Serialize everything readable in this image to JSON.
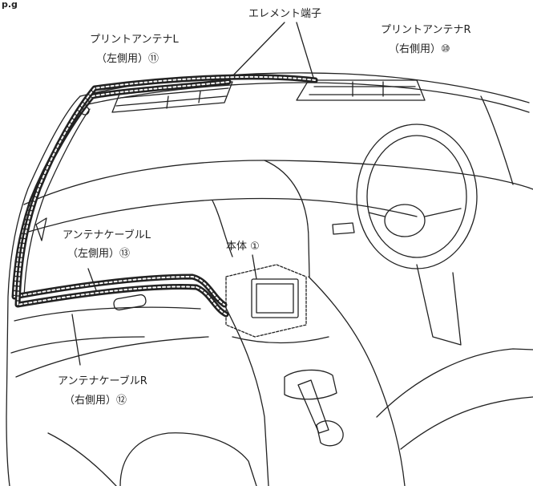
{
  "corner_mark": "р.g",
  "labels": {
    "element_terminal": "エレメント端子",
    "print_antenna_l": "プリントアンテナL",
    "print_antenna_l_sub": "（左側用）⑪",
    "print_antenna_r": "プリントアンテナR",
    "print_antenna_r_sub": "（右側用）⑩",
    "main_unit": "本体 ①",
    "cable_l": "アンテナケーブルL",
    "cable_l_sub": "（左側用）⑬",
    "cable_r": "アンテナケーブルR",
    "cable_r_sub": "（右側用）⑫"
  },
  "colors": {
    "line": "#222222",
    "cable_dash": "#ffffff",
    "background": "#ffffff"
  }
}
